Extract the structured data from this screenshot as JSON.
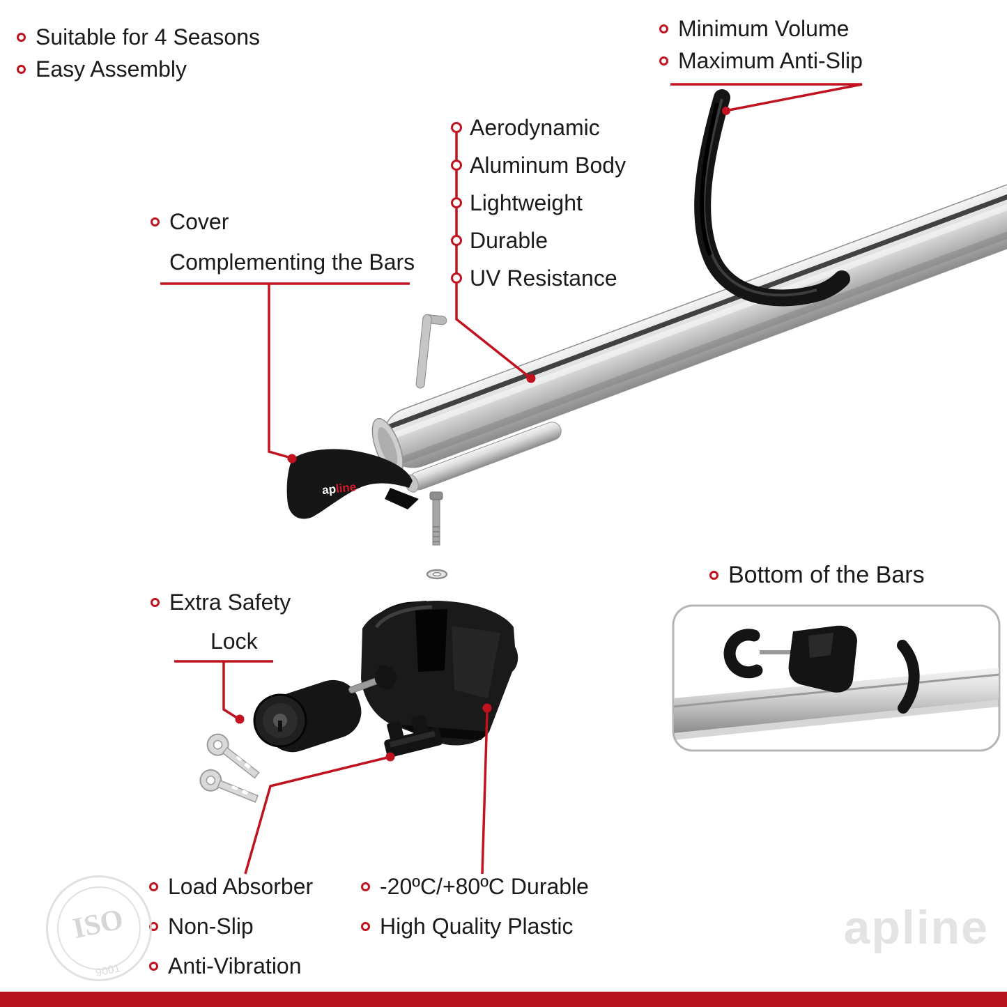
{
  "colors": {
    "accent": "#c1121f",
    "footer_bar": "#b5121e",
    "text": "#1a1a1a"
  },
  "top_left_features": [
    "Suitable for 4 Seasons",
    "Easy Assembly"
  ],
  "strip_features": [
    "Minimum Volume",
    "Maximum Anti-Slip"
  ],
  "bar_features": [
    "Aerodynamic",
    "Aluminum Body",
    "Lightweight",
    "Durable",
    "UV Resistance"
  ],
  "cover_callout": {
    "line1": "Cover",
    "line2": "Complementing the Bars"
  },
  "lock_callout": {
    "line1": "Extra Safety",
    "line2": "Lock"
  },
  "bottom_bars_title": "Bottom of the Bars",
  "foot_features": [
    "Load Absorber",
    "Non-Slip",
    "Anti-Vibration"
  ],
  "material_features": [
    "-20ºC/+80ºC Durable",
    "High Quality Plastic"
  ],
  "brand": {
    "cover_logo_ap": "ap",
    "cover_logo_line": "line",
    "watermark": "apline"
  },
  "iso": {
    "title": "ISO",
    "number": "9001"
  }
}
